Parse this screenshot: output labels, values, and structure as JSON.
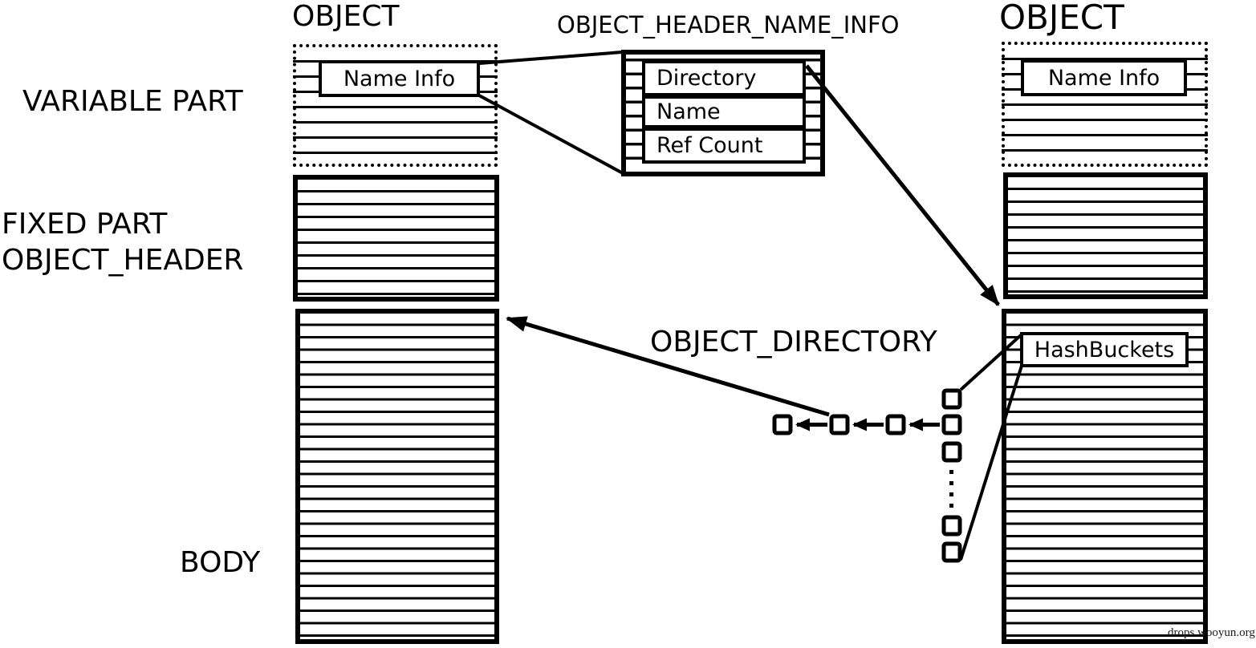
{
  "titles": {
    "object_left": "OBJECT",
    "name_info_struct": "OBJECT_HEADER_NAME_INFO",
    "object_right": "OBJECT"
  },
  "side_labels": {
    "variable_part": "VARIABLE PART",
    "fixed_part": "FIXED PART",
    "object_header": "OBJECT_HEADER",
    "body": "BODY",
    "object_directory": "OBJECT_DIRECTORY"
  },
  "left_object": {
    "name_info": "Name Info"
  },
  "right_object": {
    "name_info": "Name Info",
    "hash_buckets": "HashBuckets"
  },
  "name_info_struct": {
    "fields": [
      "Directory",
      "Name",
      "Ref Count"
    ]
  },
  "watermark": "drops.wooyun.org"
}
